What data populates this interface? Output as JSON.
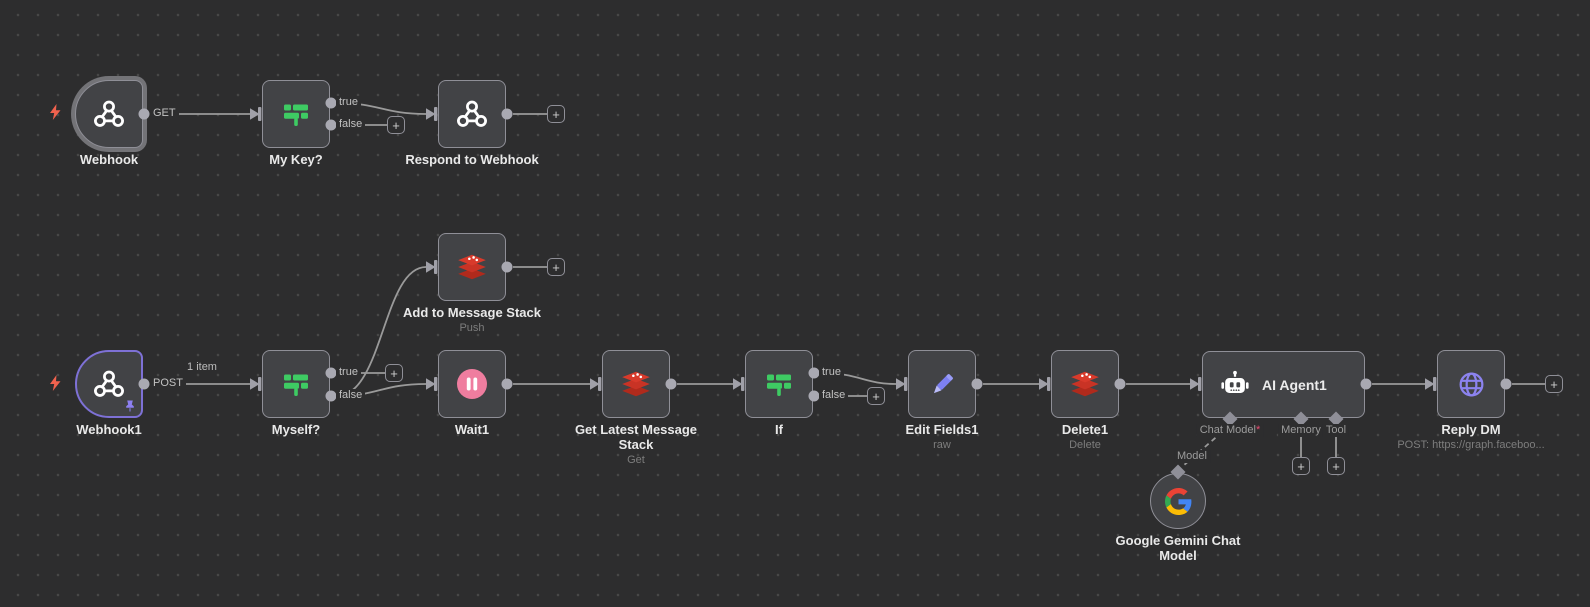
{
  "app": "n8n workflow canvas",
  "ui": {
    "plus": "+"
  },
  "edge_labels": {
    "get": "GET",
    "post": "POST",
    "one_item": "1 item",
    "true": "true",
    "false": "false"
  },
  "agent_ports": {
    "chat_model": "Chat Model",
    "required": "*",
    "memory": "Memory",
    "tool": "Tool",
    "model": "Model"
  },
  "nodes": [
    {
      "title": "Webhook"
    },
    {
      "title": "My Key?"
    },
    {
      "title": "Respond to Webhook"
    },
    {
      "title": "Webhook1"
    },
    {
      "title": "Myself?"
    },
    {
      "title": "Add to Message Stack",
      "subtitle": "Push"
    },
    {
      "title": "Wait1"
    },
    {
      "title": "Get Latest Message Stack",
      "subtitle": "Get"
    },
    {
      "title": "If"
    },
    {
      "title": "Edit Fields1",
      "subtitle": "raw"
    },
    {
      "title": "Delete1",
      "subtitle": "Delete"
    },
    {
      "title": "AI Agent1"
    },
    {
      "title": "Reply DM",
      "subtitle": "POST: https://graph.faceboo..."
    },
    {
      "title": "Google Gemini Chat Model"
    }
  ],
  "icons": {
    "webhook": "webhook-icon",
    "switch": "signpost-switch-icon",
    "redis": "redis-stack-icon",
    "wait": "pause-icon",
    "edit": "pencil-icon",
    "agent": "robot-icon",
    "http": "globe-icon",
    "gemini": "google-g-icon",
    "trigger": "lightning-bolt-icon",
    "pinned": "pushpin-icon"
  },
  "colors": {
    "canvas_bg": "#2d2d2e",
    "grid_dot": "#474747",
    "node_bg": "#424346",
    "node_border": "#8f8f97",
    "edge": "#9a9a9a",
    "port": "#a9a9b2",
    "switch_green": "#3ecb63",
    "redis_red": "#d83a2b",
    "wait_pink": "#ef7d9f",
    "pencil_purple": "#7d80f3",
    "globe_purple": "#8c83ef",
    "pinned_border": "#7e71d6",
    "bolt_coral": "#f0624e",
    "required_red": "#ea4b71",
    "selected_ring": "#737377"
  }
}
